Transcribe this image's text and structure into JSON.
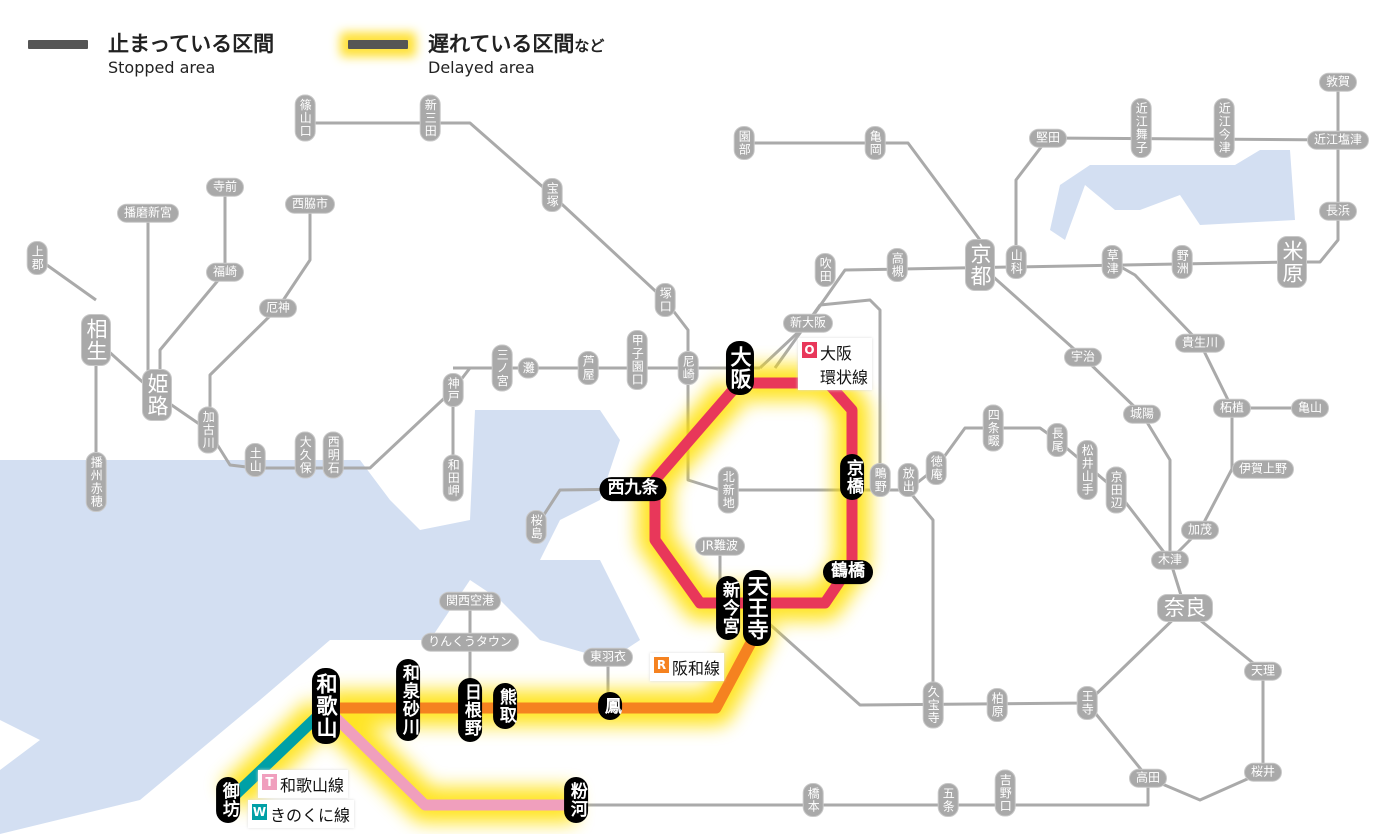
{
  "legend": {
    "stopped_jp": "止まっている区間",
    "stopped_en": "Stopped area",
    "delayed_jp": "遅れている区間",
    "delayed_suffix": "など",
    "delayed_en": "Delayed area"
  },
  "colors": {
    "loop": "#e8375a",
    "hanwa": "#f58220",
    "wakayama": "#f09fbd",
    "kinokuni": "#00a0a6",
    "glow": "#ffe000",
    "water": "#d3dff2",
    "gray_line": "#aaaaaa"
  },
  "line_labels": [
    {
      "badge": "O",
      "name": "大阪\n環状線",
      "line1": "大阪",
      "line2": "環状線",
      "color": "#e8375a"
    },
    {
      "badge": "R",
      "name": "阪和線",
      "color": "#f58220"
    },
    {
      "badge": "T",
      "name": "和歌山線",
      "color": "#f09fbd"
    },
    {
      "badge": "W",
      "name": "きのくに線",
      "color": "#00a0a6"
    }
  ],
  "stations": [
    {
      "name": "篠山口",
      "kind": "gray",
      "dir": "v"
    },
    {
      "name": "新三田",
      "kind": "gray",
      "dir": "v"
    },
    {
      "name": "宝塚",
      "kind": "gray",
      "dir": "v"
    },
    {
      "name": "塚口",
      "kind": "gray",
      "dir": "v"
    },
    {
      "name": "尼崎",
      "kind": "gray",
      "dir": "v"
    },
    {
      "name": "甲子園口",
      "kind": "gray",
      "dir": "v"
    },
    {
      "name": "芦屋",
      "kind": "gray",
      "dir": "v"
    },
    {
      "name": "灘",
      "kind": "gray",
      "dir": "v"
    },
    {
      "name": "三ノ宮",
      "kind": "gray",
      "dir": "v"
    },
    {
      "name": "神戸",
      "kind": "gray",
      "dir": "v"
    },
    {
      "name": "和田岬",
      "kind": "gray",
      "dir": "v"
    },
    {
      "name": "西明石",
      "kind": "gray",
      "dir": "v"
    },
    {
      "name": "大久保",
      "kind": "gray",
      "dir": "v"
    },
    {
      "name": "土山",
      "kind": "gray",
      "dir": "v"
    },
    {
      "name": "加古川",
      "kind": "gray",
      "dir": "v"
    },
    {
      "name": "姫路",
      "kind": "gray",
      "dir": "v",
      "big": true
    },
    {
      "name": "相生",
      "kind": "gray",
      "dir": "v",
      "big": true
    },
    {
      "name": "上郡",
      "kind": "gray",
      "dir": "v"
    },
    {
      "name": "播州赤穂",
      "kind": "gray",
      "dir": "v"
    },
    {
      "name": "播磨新宮",
      "kind": "gray",
      "dir": "h"
    },
    {
      "name": "寺前",
      "kind": "gray",
      "dir": "h"
    },
    {
      "name": "福崎",
      "kind": "gray",
      "dir": "h"
    },
    {
      "name": "西脇市",
      "kind": "gray",
      "dir": "h"
    },
    {
      "name": "厄神",
      "kind": "gray",
      "dir": "h"
    },
    {
      "name": "園部",
      "kind": "gray",
      "dir": "v"
    },
    {
      "name": "亀岡",
      "kind": "gray",
      "dir": "v"
    },
    {
      "name": "京都",
      "kind": "gray",
      "dir": "v",
      "big": true
    },
    {
      "name": "山科",
      "kind": "gray",
      "dir": "v"
    },
    {
      "name": "堅田",
      "kind": "gray",
      "dir": "h"
    },
    {
      "name": "近江舞子",
      "kind": "gray",
      "dir": "v"
    },
    {
      "name": "近江今津",
      "kind": "gray",
      "dir": "v"
    },
    {
      "name": "近江塩津",
      "kind": "gray",
      "dir": "h"
    },
    {
      "name": "敦賀",
      "kind": "gray",
      "dir": "h"
    },
    {
      "name": "長浜",
      "kind": "gray",
      "dir": "h"
    },
    {
      "name": "米原",
      "kind": "gray",
      "dir": "v",
      "big": true
    },
    {
      "name": "野洲",
      "kind": "gray",
      "dir": "v"
    },
    {
      "name": "草津",
      "kind": "gray",
      "dir": "v"
    },
    {
      "name": "吹田",
      "kind": "gray",
      "dir": "v"
    },
    {
      "name": "高槻",
      "kind": "gray",
      "dir": "v"
    },
    {
      "name": "新大阪",
      "kind": "gray",
      "dir": "h"
    },
    {
      "name": "宇治",
      "kind": "gray",
      "dir": "h"
    },
    {
      "name": "貴生川",
      "kind": "gray",
      "dir": "h"
    },
    {
      "name": "城陽",
      "kind": "gray",
      "dir": "h"
    },
    {
      "name": "柘植",
      "kind": "gray",
      "dir": "h"
    },
    {
      "name": "亀山",
      "kind": "gray",
      "dir": "h"
    },
    {
      "name": "伊賀上野",
      "kind": "gray",
      "dir": "h"
    },
    {
      "name": "加茂",
      "kind": "gray",
      "dir": "h"
    },
    {
      "name": "木津",
      "kind": "gray",
      "dir": "h"
    },
    {
      "name": "奈良",
      "kind": "gray",
      "dir": "h",
      "big": true
    },
    {
      "name": "天理",
      "kind": "gray",
      "dir": "h"
    },
    {
      "name": "桜井",
      "kind": "gray",
      "dir": "h"
    },
    {
      "name": "高田",
      "kind": "gray",
      "dir": "h"
    },
    {
      "name": "王寺",
      "kind": "gray",
      "dir": "v"
    },
    {
      "name": "柏原",
      "kind": "gray",
      "dir": "v"
    },
    {
      "name": "久宝寺",
      "kind": "gray",
      "dir": "v"
    },
    {
      "name": "四条畷",
      "kind": "gray",
      "dir": "v"
    },
    {
      "name": "徳庵",
      "kind": "gray",
      "dir": "v"
    },
    {
      "name": "放出",
      "kind": "gray",
      "dir": "v"
    },
    {
      "name": "鴫野",
      "kind": "gray",
      "dir": "v"
    },
    {
      "name": "長尾",
      "kind": "gray",
      "dir": "v"
    },
    {
      "name": "松井山手",
      "kind": "gray",
      "dir": "v"
    },
    {
      "name": "京田辺",
      "kind": "gray",
      "dir": "v"
    },
    {
      "name": "北新地",
      "kind": "gray",
      "dir": "v"
    },
    {
      "name": "JR難波",
      "kind": "gray",
      "dir": "h"
    },
    {
      "name": "桜島",
      "kind": "gray",
      "dir": "v"
    },
    {
      "name": "関西空港",
      "kind": "gray",
      "dir": "h"
    },
    {
      "name": "りんくうタウン",
      "kind": "gray",
      "dir": "h"
    },
    {
      "name": "東羽衣",
      "kind": "gray",
      "dir": "h"
    },
    {
      "name": "橋本",
      "kind": "gray",
      "dir": "v"
    },
    {
      "name": "五条",
      "kind": "gray",
      "dir": "v"
    },
    {
      "name": "吉野口",
      "kind": "gray",
      "dir": "v"
    },
    {
      "name": "大阪",
      "kind": "black",
      "dir": "v",
      "big": true
    },
    {
      "name": "西九条",
      "kind": "black",
      "dir": "h"
    },
    {
      "name": "京橋",
      "kind": "black",
      "dir": "v"
    },
    {
      "name": "鶴橋",
      "kind": "black",
      "dir": "h"
    },
    {
      "name": "天王寺",
      "kind": "black",
      "dir": "v",
      "big": true
    },
    {
      "name": "新今宮",
      "kind": "black",
      "dir": "v"
    },
    {
      "name": "鳳",
      "kind": "black",
      "dir": "v"
    },
    {
      "name": "熊取",
      "kind": "black",
      "dir": "v"
    },
    {
      "name": "日根野",
      "kind": "black",
      "dir": "v"
    },
    {
      "name": "和泉砂川",
      "kind": "black",
      "dir": "v"
    },
    {
      "name": "和歌山",
      "kind": "black",
      "dir": "v",
      "big": true
    },
    {
      "name": "御坊",
      "kind": "black",
      "dir": "v"
    },
    {
      "name": "粉河",
      "kind": "black",
      "dir": "v"
    }
  ]
}
